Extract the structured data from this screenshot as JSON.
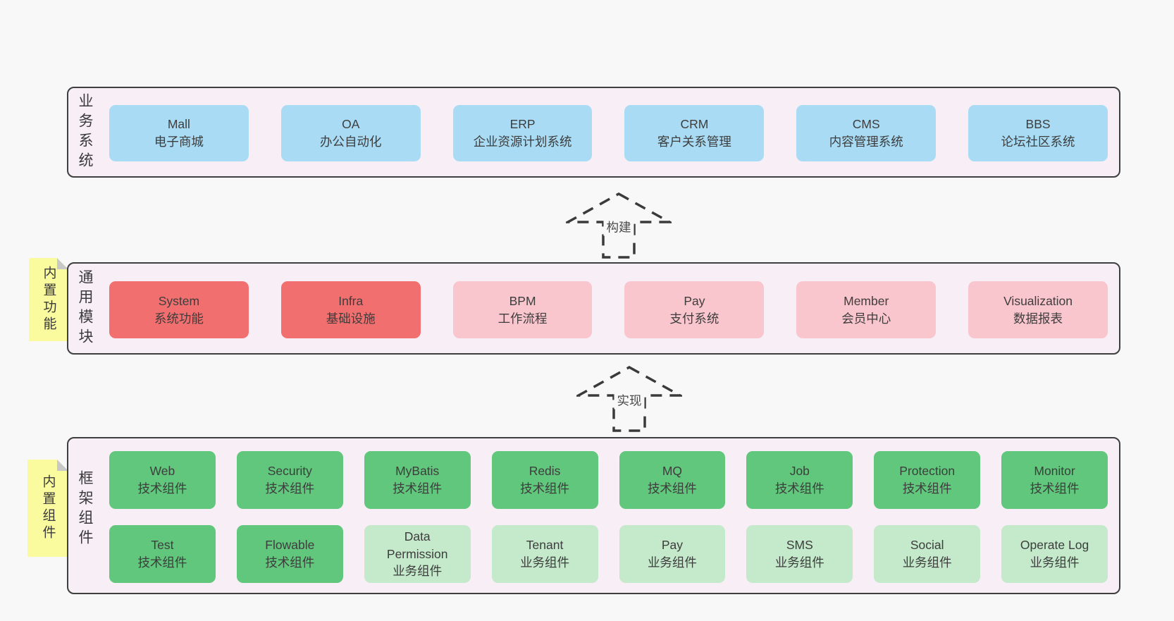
{
  "colors": {
    "page_bg": "#f8f8f8",
    "panel_bg": "#f7eef6",
    "panel_border": "#3f3f3f",
    "business_box": "#a9dcf4",
    "core_module_box": "#f26f6f",
    "module_box": "#fac6ce",
    "tech_component_box": "#61c77c",
    "biz_component_box": "#c4e9cb",
    "sticky_note": "#fafa9e",
    "sticky_fold": "#c8c8c8",
    "text": "#3d3d3d"
  },
  "layer1": {
    "label": "业务系统",
    "boxes": [
      {
        "title": "Mall",
        "subtitle": "电子商城"
      },
      {
        "title": "OA",
        "subtitle": "办公自动化"
      },
      {
        "title": "ERP",
        "subtitle": "企业资源计划系统"
      },
      {
        "title": "CRM",
        "subtitle": "客户关系管理"
      },
      {
        "title": "CMS",
        "subtitle": "内容管理系统"
      },
      {
        "title": "BBS",
        "subtitle": "论坛社区系统"
      }
    ]
  },
  "arrow1": {
    "label": "构建"
  },
  "layer2": {
    "label": "通用模块",
    "sticky": "内置功能",
    "boxes": [
      {
        "title": "System",
        "subtitle": "系统功能",
        "variant": "red"
      },
      {
        "title": "Infra",
        "subtitle": "基础设施",
        "variant": "red"
      },
      {
        "title": "BPM",
        "subtitle": "工作流程",
        "variant": "pink"
      },
      {
        "title": "Pay",
        "subtitle": "支付系统",
        "variant": "pink"
      },
      {
        "title": "Member",
        "subtitle": "会员中心",
        "variant": "pink"
      },
      {
        "title": "Visualization",
        "subtitle": "数据报表",
        "variant": "pink"
      }
    ]
  },
  "arrow2": {
    "label": "实现"
  },
  "layer3": {
    "label": "框架组件",
    "sticky": "内置组件",
    "row1": [
      {
        "title": "Web",
        "subtitle": "技术组件",
        "variant": "green"
      },
      {
        "title": "Security",
        "subtitle": "技术组件",
        "variant": "green"
      },
      {
        "title": "MyBatis",
        "subtitle": "技术组件",
        "variant": "green"
      },
      {
        "title": "Redis",
        "subtitle": "技术组件",
        "variant": "green"
      },
      {
        "title": "MQ",
        "subtitle": "技术组件",
        "variant": "green"
      },
      {
        "title": "Job",
        "subtitle": "技术组件",
        "variant": "green"
      },
      {
        "title": "Protection",
        "subtitle": "技术组件",
        "variant": "green"
      },
      {
        "title": "Monitor",
        "subtitle": "技术组件",
        "variant": "green"
      }
    ],
    "row2": [
      {
        "title": "Test",
        "subtitle": "技术组件",
        "variant": "green"
      },
      {
        "title": "Flowable",
        "subtitle": "技术组件",
        "variant": "green"
      },
      {
        "title": "Data Permission",
        "subtitle": "业务组件",
        "variant": "green-light"
      },
      {
        "title": "Tenant",
        "subtitle": "业务组件",
        "variant": "green-light"
      },
      {
        "title": "Pay",
        "subtitle": "业务组件",
        "variant": "green-light"
      },
      {
        "title": "SMS",
        "subtitle": "业务组件",
        "variant": "green-light"
      },
      {
        "title": "Social",
        "subtitle": "业务组件",
        "variant": "green-light"
      },
      {
        "title": "Operate Log",
        "subtitle": "业务组件",
        "variant": "green-light"
      }
    ]
  }
}
